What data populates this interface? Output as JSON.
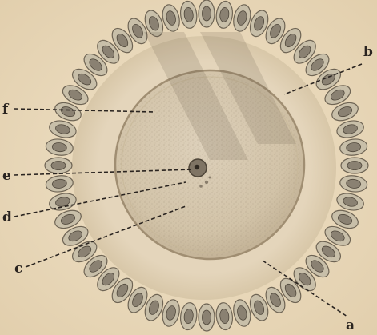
{
  "figure": {
    "background_color": "#ecdcc0",
    "ring_cell_color": "#c8bfa9",
    "nucleus_color": "#8a8172",
    "oocyte_color": "#d8c8b0",
    "line_color": "#2a2420",
    "labels": {
      "a": "a",
      "b": "b",
      "c": "c",
      "d": "d",
      "e": "e",
      "f": "f"
    }
  }
}
